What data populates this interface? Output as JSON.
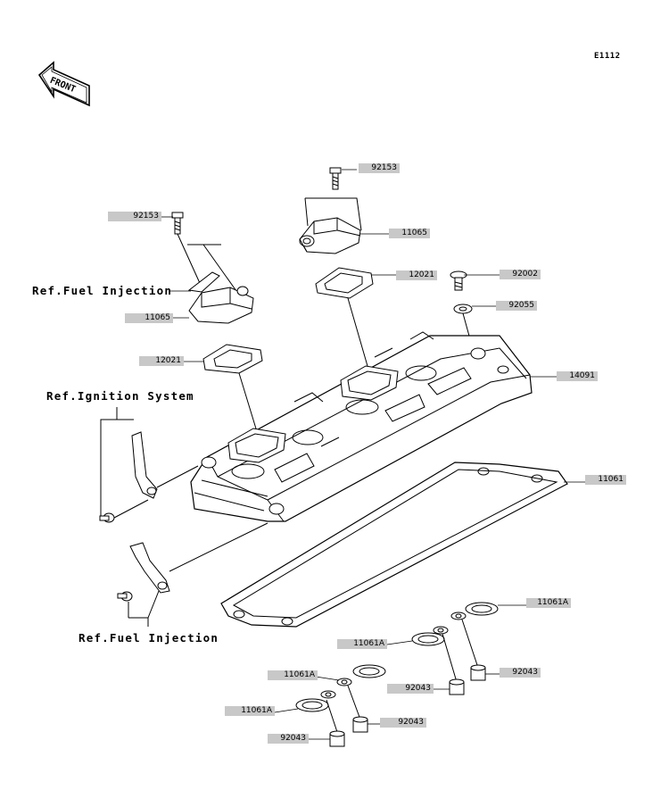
{
  "diagram_code": "E1112",
  "front_badge": "FRONT",
  "refs": {
    "fuel_injection_top": "Ref.Fuel Injection",
    "ignition_system": "Ref.Ignition System",
    "fuel_injection_bottom": "Ref.Fuel Injection"
  },
  "parts": {
    "p92153_right": "92153",
    "p11065_right": "11065",
    "p12021_right": "12021",
    "p92002": "92002",
    "p92055": "92055",
    "p14091": "14091",
    "p92153_left": "92153",
    "p11065_left": "11065",
    "p12021_left": "12021",
    "p11061": "11061",
    "p11061A_1": "11061A",
    "p11061A_2": "11061A",
    "p11061A_3": "11061A",
    "p11061A_4": "11061A",
    "p92043_1": "92043",
    "p92043_2": "92043",
    "p92043_3": "92043",
    "p92043_4": "92043"
  }
}
